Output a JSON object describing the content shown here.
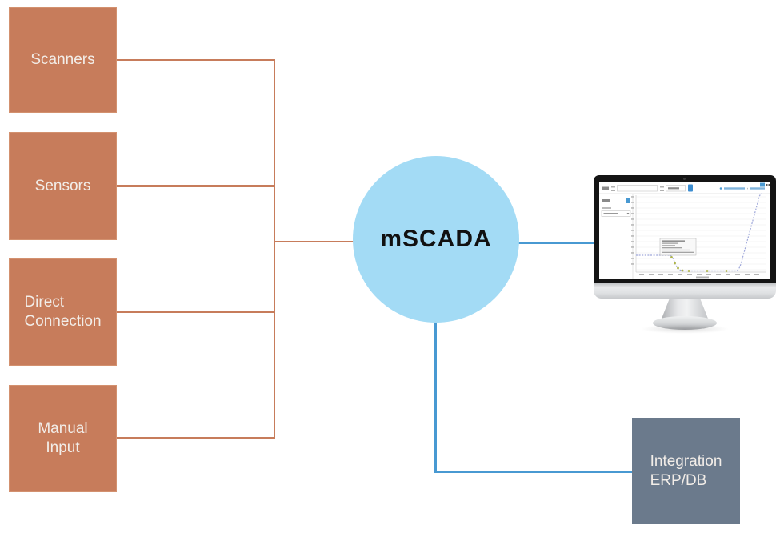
{
  "nodes": {
    "scanners": {
      "line1": "Scanners"
    },
    "sensors": {
      "line1": "Sensors"
    },
    "direct_connection": {
      "line1": "Direct",
      "line2": "Connection"
    },
    "manual_input": {
      "line1": "Manual",
      "line2": "Input"
    },
    "hub": {
      "label": "mSCADA"
    },
    "integration": {
      "line1": "Integration",
      "line2": "ERP/DB"
    }
  },
  "monitor": {
    "icon": "desktop-monitor-icon",
    "screen_content": "dashboard-line-chart"
  },
  "colors": {
    "source_box": "#C77C5B",
    "source_box_border": "#D3916F",
    "connector_orange": "#C77C5B",
    "hub_circle": "#A3DBF5",
    "hub_text": "#111111",
    "connector_blue": "#4899D2",
    "integration_box": "#6B7A8C",
    "box_text": "#F2EDE8",
    "chart_line": "#9FA8DA",
    "chart_points": "#AEB448"
  }
}
